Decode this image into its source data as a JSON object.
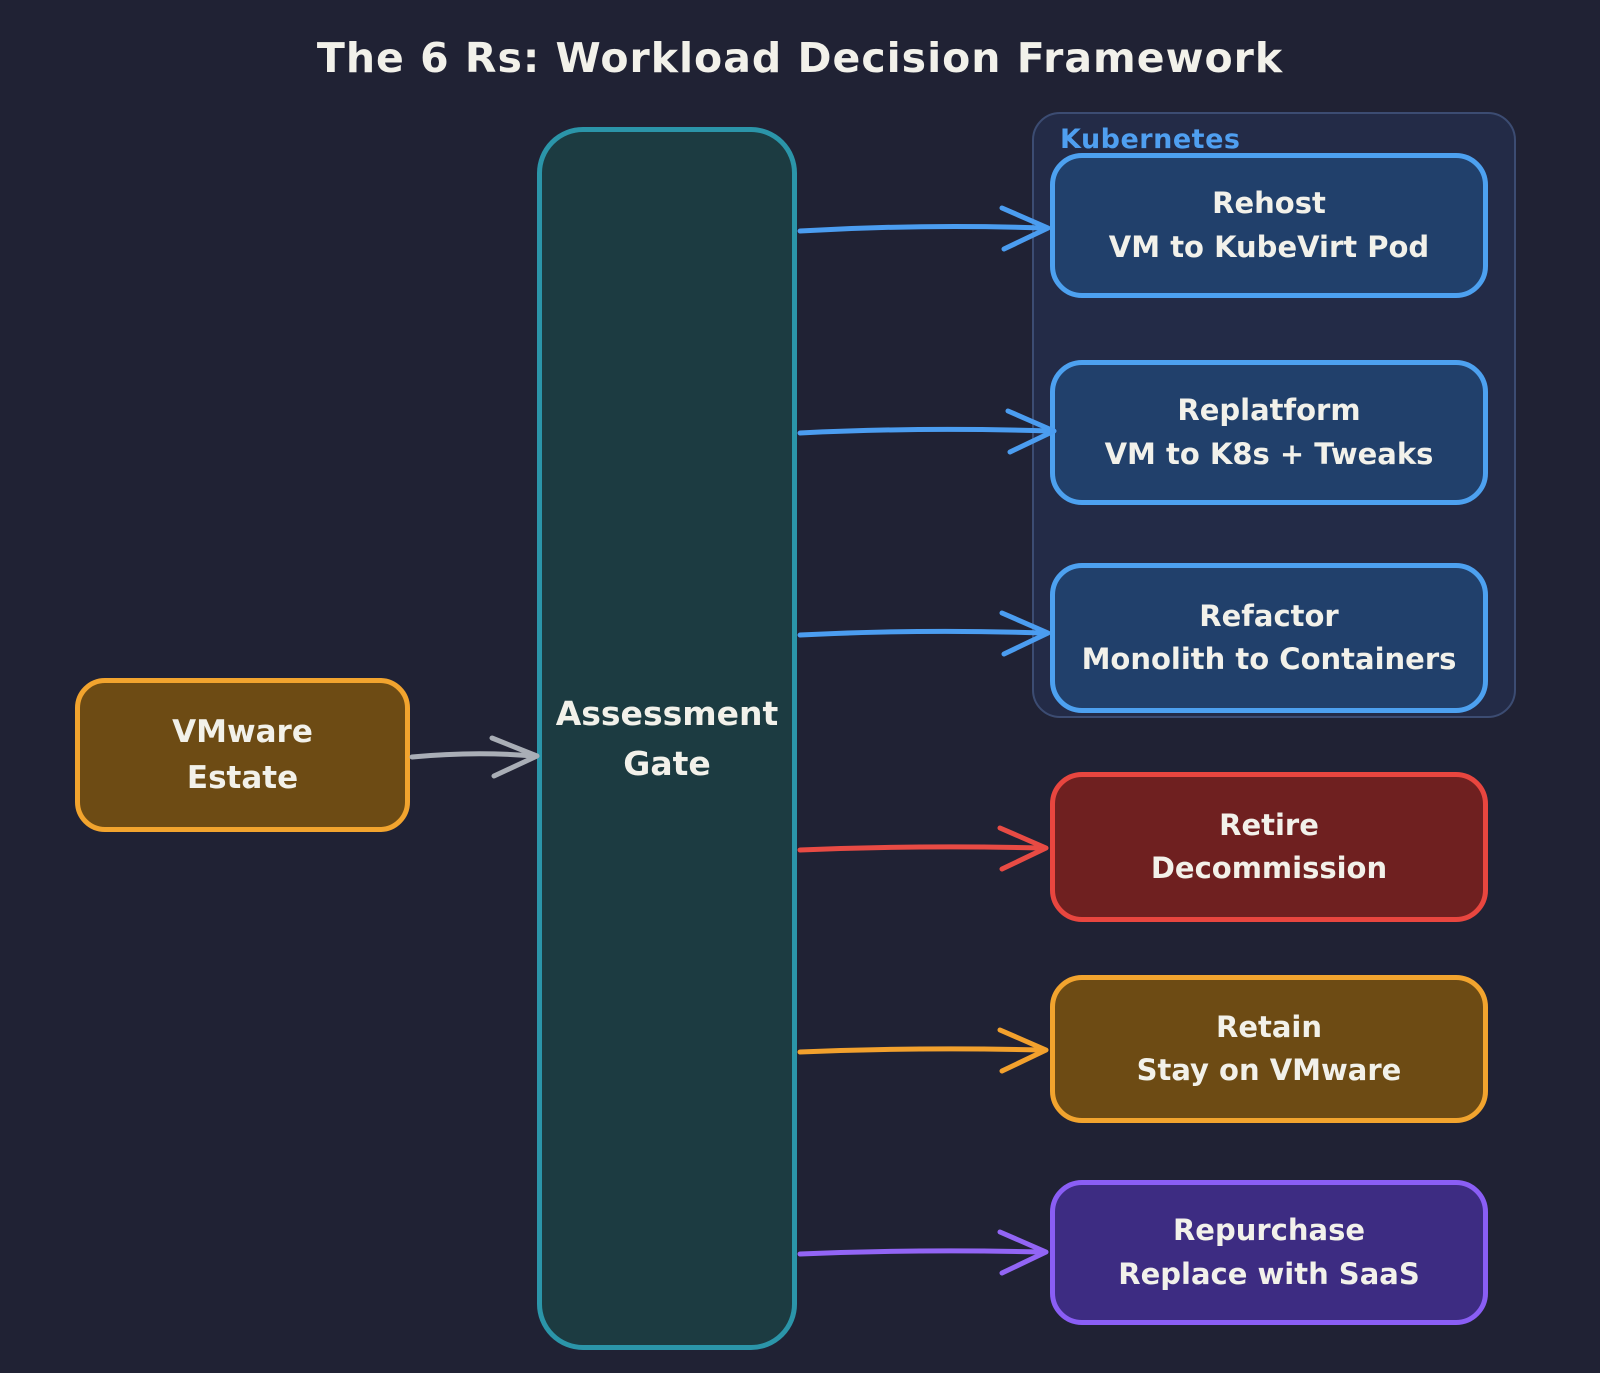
{
  "title": "The 6 Rs: Workload Decision Framework",
  "colors": {
    "background": "#202234",
    "text": "#f2f1ea",
    "teal_border": "#2b95a9",
    "teal_fill": "#1c3b41",
    "blue_border": "#4da1f0",
    "blue_fill": "#21406b",
    "orange_border": "#f2a42e",
    "brown_fill": "#6d4b14",
    "red_border": "#e8463f",
    "red_fill": "#6f2020",
    "purple_border": "#8a5ef5",
    "purple_fill": "#3d2c82",
    "k8s_container_fill": "#232b47",
    "k8s_container_border": "#3c4c72",
    "k8s_label": "#4f9ff0",
    "arrow_gray": "#a9aeb6",
    "arrow_blue": "#4b9df0",
    "arrow_red": "#e84b44",
    "arrow_orange": "#f2a12d",
    "arrow_purple": "#9265f5"
  },
  "nodes": {
    "source": {
      "title": "VMware",
      "subtitle": "Estate"
    },
    "gate": {
      "title": "Assessment",
      "subtitle": "Gate"
    },
    "k8s_group_label": "Kubernetes",
    "outcomes": [
      {
        "id": "rehost",
        "title": "Rehost",
        "subtitle": "VM to KubeVirt Pod"
      },
      {
        "id": "replatform",
        "title": "Replatform",
        "subtitle": "VM to K8s + Tweaks"
      },
      {
        "id": "refactor",
        "title": "Refactor",
        "subtitle": "Monolith to Containers"
      },
      {
        "id": "retire",
        "title": "Retire",
        "subtitle": "Decommission"
      },
      {
        "id": "retain",
        "title": "Retain",
        "subtitle": "Stay on VMware"
      },
      {
        "id": "repurchase",
        "title": "Repurchase",
        "subtitle": "Replace with SaaS"
      }
    ]
  }
}
